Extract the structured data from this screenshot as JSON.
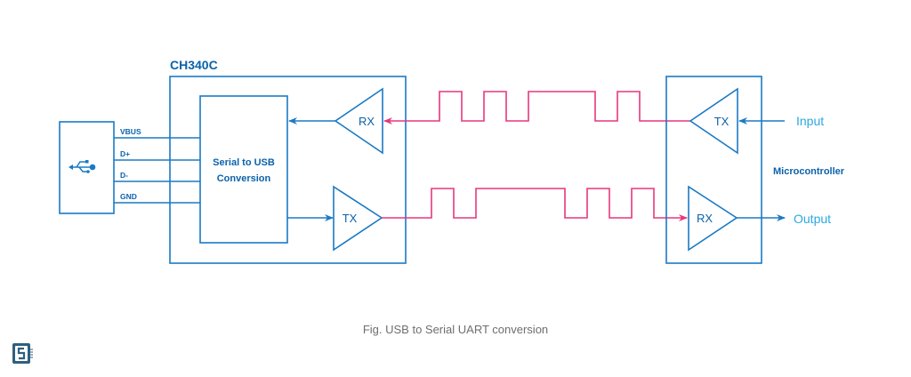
{
  "diagram": {
    "chip_title": "CH340C",
    "usb_pins": [
      "VBUS",
      "D+",
      "D-",
      "GND"
    ],
    "converter_label_line1": "Serial to USB",
    "converter_label_line2": "Conversion",
    "ch340_rx_label": "RX",
    "ch340_tx_label": "TX",
    "mcu_tx_label": "TX",
    "mcu_rx_label": "RX",
    "mcu_title": "Microcontroller",
    "input_label": "Input",
    "output_label": "Output",
    "top_signal_bits": [
      0,
      1,
      0,
      1,
      0,
      1,
      1,
      1,
      0,
      1,
      0
    ],
    "bottom_signal_bits": [
      0,
      1,
      0,
      1,
      1,
      1,
      1,
      0,
      1,
      0,
      1,
      0
    ],
    "colors": {
      "wire": "#1b7ac4",
      "signal": "#e8377d",
      "label_dark": "#0b62aa",
      "label_light": "#2ba8e0",
      "caption": "#6d6e71",
      "logo": "#2f5f7e"
    }
  },
  "caption": "Fig. USB to Serial UART conversion",
  "logo": {
    "icon": "circuitstate-logo-icon"
  }
}
